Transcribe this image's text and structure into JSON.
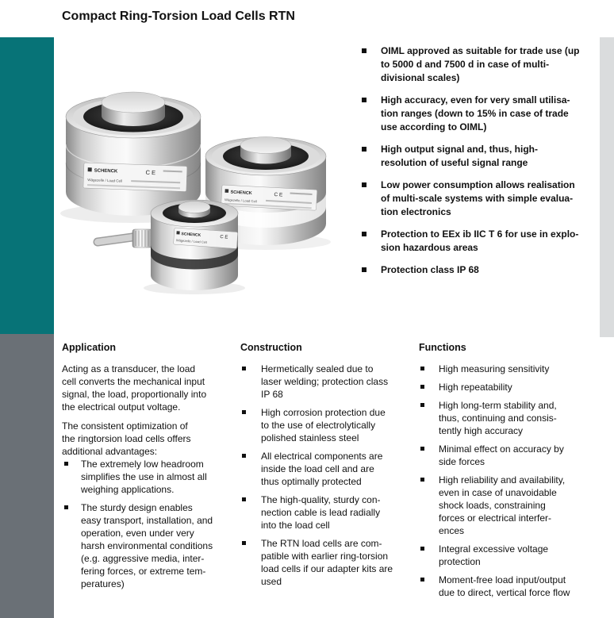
{
  "page": {
    "title": "Compact Ring-Torsion Load Cells RTN"
  },
  "colors": {
    "teal_accent": "#077377",
    "slate_accent": "#6a7076",
    "right_edge_strip": "#dadcdd",
    "text": "#111111"
  },
  "features": {
    "items": [
      "OIML approved as suitable for trade use (up\nto 5000 d and 7500 d in case of multi-\ndivisional scales)",
      "High accuracy, even for very small utilisa-\ntion ranges (down to 15% in case of trade\nuse according to OIML)",
      "High output signal and, thus, high-\nresolution of useful signal range",
      "Low power consumption allows realisation\nof multi-scale systems with simple evalua-\ntion electronics",
      "Protection to EEx ib IIC T 6 for use in explo-\nsion hazardous areas",
      "Protection class IP 68"
    ]
  },
  "columns": {
    "application": {
      "heading": "Application",
      "paragraphs": [
        "Acting as a transducer, the load\ncell converts the mechanical input\nsignal, the load, proportionally into\nthe electrical output voltage.",
        "The consistent optimization of\nthe ringtorsion load cells offers\nadditional advantages:"
      ],
      "bullets": [
        "The extremely low headroom\nsimplifies the use in almost all\nweighing applications.",
        "The sturdy design enables\neasy transport, installation, and\noperation, even under very\nharsh environmental conditions\n(e.g. aggressive media, inter-\nfering forces, or extreme tem-\nperatures)"
      ]
    },
    "construction": {
      "heading": "Construction",
      "bullets": [
        "Hermetically sealed due to\nlaser welding; protection class\nIP 68",
        "High corrosion protection due\nto the use of electrolytically\npolished stainless steel",
        "All electrical components are\ninside the load cell and are\nthus optimally protected",
        "The high-quality, sturdy con-\nnection cable is lead radially\ninto the load cell",
        "The RTN load cells are com-\npatible with earlier ring-torsion\nload cells if our adapter kits are\nused"
      ]
    },
    "functions": {
      "heading": "Functions",
      "bullets": [
        "High measuring sensitivity",
        "High repeatability",
        "High long-term stability and,\nthus, continuing and consis-\ntently high accuracy",
        "Minimal effect on accuracy by\nside forces",
        "High reliability and availability,\neven in case of unavoidable\nshock loads, constraining\nforces or electrical interfer-\nences",
        "Integral excessive voltage\nprotection",
        "Moment-free load input/output\ndue to direct, vertical force flow"
      ]
    }
  },
  "photo": {
    "labels": {
      "brand": "SCHENCK",
      "ce_mark": "C E",
      "product_line": "Wägezelle / Load Cell"
    }
  }
}
